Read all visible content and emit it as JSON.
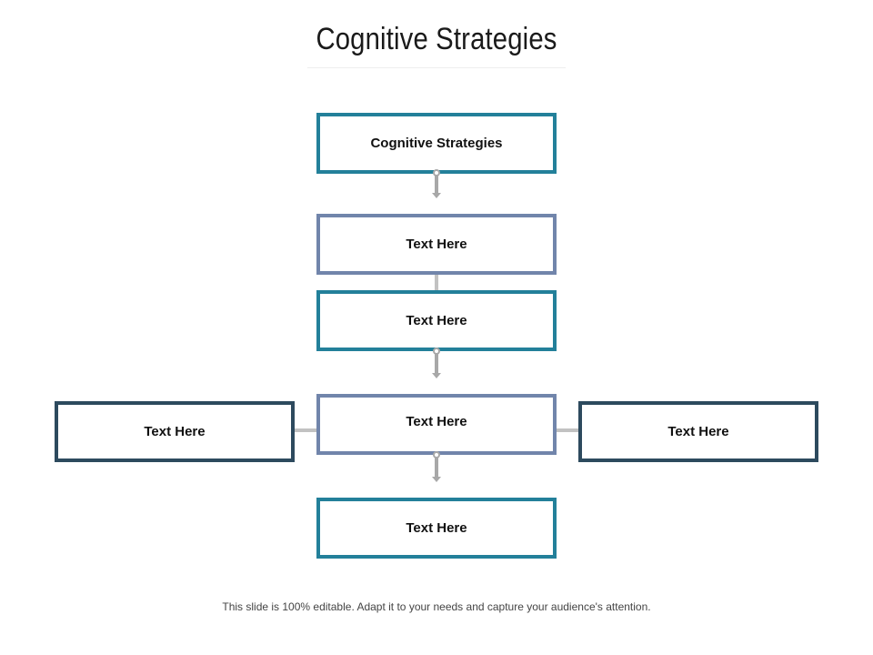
{
  "slide": {
    "title": "Cognitive Strategies",
    "footer": "This slide is 100% editable. Adapt it to your needs and capture your audience's attention."
  },
  "diagram": {
    "root": "Cognitive Strategies",
    "level1": "Text Here",
    "level2": "Text Here",
    "level3": "Text Here",
    "left_branch": "Text Here",
    "right_branch": "Text Here",
    "level4": "Text Here"
  },
  "colors": {
    "teal": "#23809a",
    "slate_blue": "#7185ab",
    "navy": "#2d4a5e",
    "connector": "#a8a8a8"
  }
}
